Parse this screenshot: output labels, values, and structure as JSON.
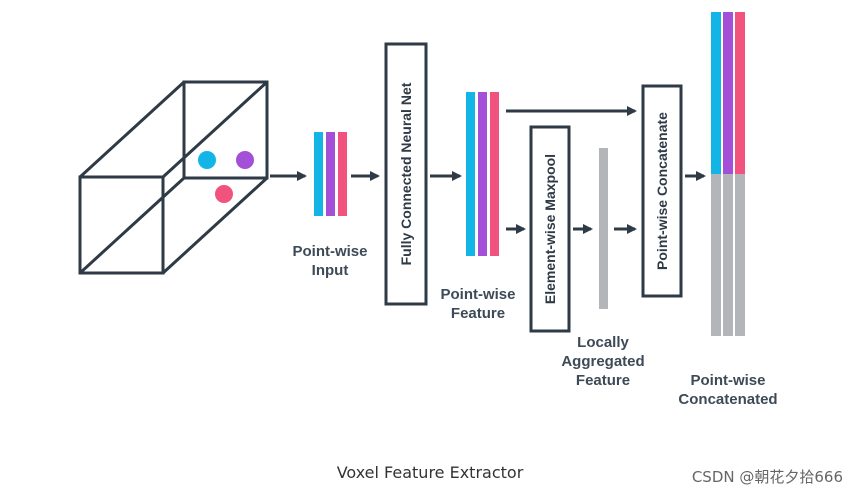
{
  "colors": {
    "stroke": "#2e3a46",
    "cyan": "#13b5e7",
    "purple": "#a34fd8",
    "pink": "#f2527e",
    "gray": "#b3b5b8",
    "label": "#3d4a57"
  },
  "labels": {
    "pointwise_input": [
      "Point-wise",
      "Input"
    ],
    "fc_net": "Fully Connected Neural Net",
    "pointwise_feature": [
      "Point-wise",
      "Feature"
    ],
    "maxpool": "Element-wise Maxpool",
    "locally_aggregated": [
      "Locally",
      "Aggregated",
      "Feature"
    ],
    "concatenate": "Point-wise Concatenate",
    "pointwise_concatenated": [
      "Point-wise",
      "Concatenated"
    ]
  },
  "caption": "Voxel Feature Extractor",
  "watermark": "CSDN @朝花夕拾666"
}
